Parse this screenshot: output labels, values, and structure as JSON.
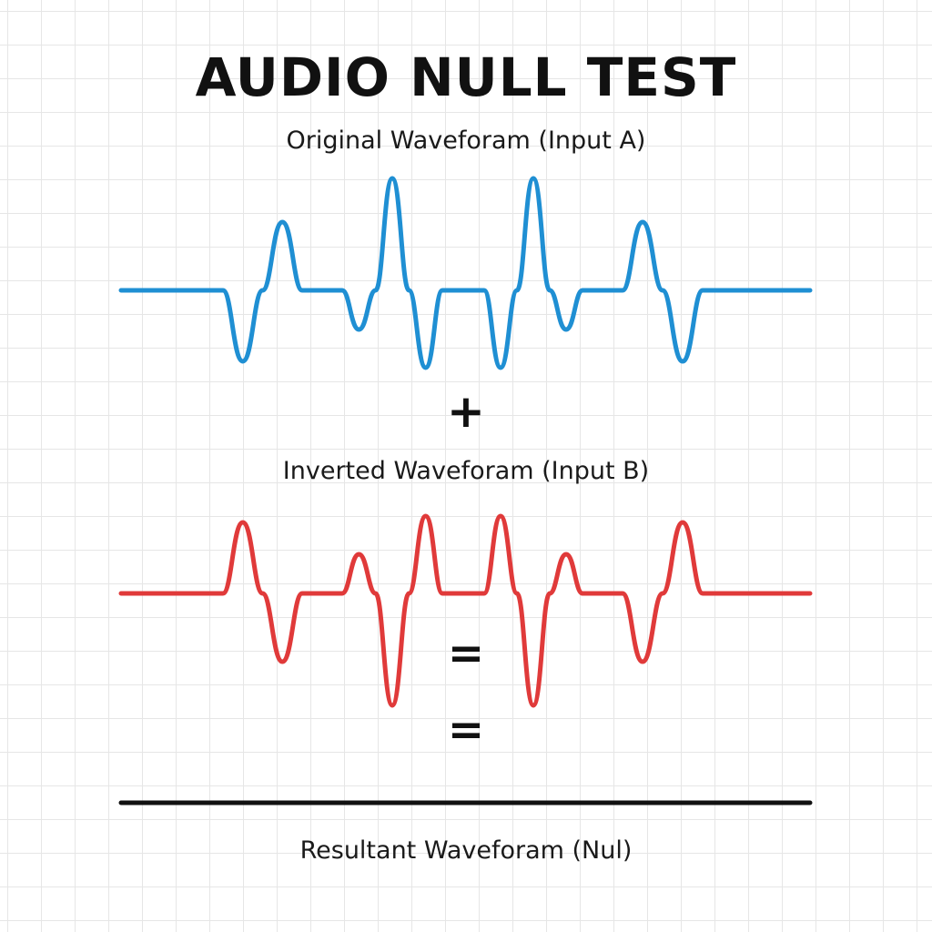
{
  "title": "AUDIO NULL TEST",
  "input_a": {
    "label": "Original Waveforam (Input A)",
    "color": "#1f8fd3"
  },
  "operator_plus": "+",
  "input_b": {
    "label": "Inverted Waveforam (Input B)",
    "color": "#e03a3a"
  },
  "operator_equals": "=",
  "operator_equals_2": "=",
  "result": {
    "label": "Resultant Waveforam (Nul)",
    "color": "#111111"
  }
}
